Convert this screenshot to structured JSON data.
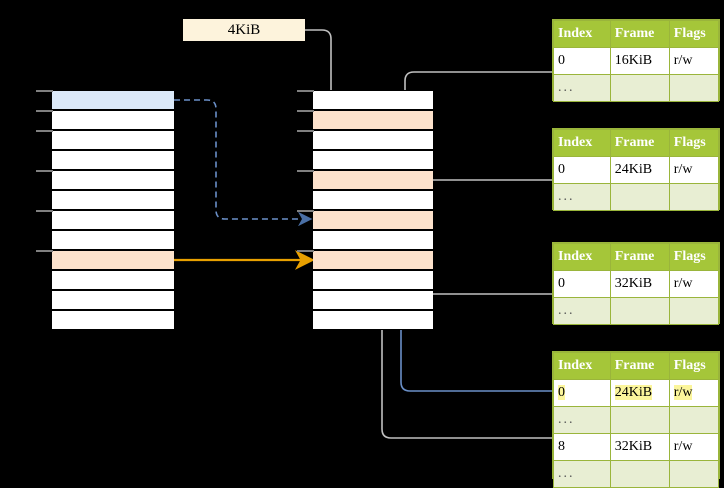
{
  "diagram": {
    "title": "multi-level-page-table-walk",
    "page_size_label": "4KiB",
    "colors": {
      "table_header_green": "#a5c639",
      "table_alt_row": "#e8eed3",
      "highlight_yellow": "#fbf59b",
      "row_blue": "#dce9f9",
      "row_peach": "#fde2cc",
      "arrow_orange": "#e8a000",
      "arrow_blue": "#6a8fc7",
      "arrow_gray": "#c0c0c0",
      "label_box": "#fdf3dc",
      "background": "#000000"
    }
  },
  "virtual_column": {
    "name": "virtual-address-column",
    "rows": [
      {
        "fill": "blue"
      },
      {
        "fill": "white"
      },
      {
        "fill": "white"
      },
      {
        "fill": "white"
      },
      {
        "fill": "white"
      },
      {
        "fill": "white"
      },
      {
        "fill": "white"
      },
      {
        "fill": "white"
      },
      {
        "fill": "peach"
      },
      {
        "fill": "white"
      },
      {
        "fill": "white"
      },
      {
        "fill": "white"
      }
    ]
  },
  "physical_column": {
    "name": "physical-memory-column",
    "rows": [
      {
        "fill": "white"
      },
      {
        "fill": "peach"
      },
      {
        "fill": "white"
      },
      {
        "fill": "white"
      },
      {
        "fill": "peach"
      },
      {
        "fill": "white"
      },
      {
        "fill": "peach"
      },
      {
        "fill": "white"
      },
      {
        "fill": "peach"
      },
      {
        "fill": "white"
      },
      {
        "fill": "white"
      },
      {
        "fill": "white"
      }
    ]
  },
  "tables": [
    {
      "name": "page-table-1",
      "headers": [
        "Index",
        "Frame",
        "Flags"
      ],
      "rows": [
        {
          "cells": [
            "0",
            "16KiB",
            "r/w"
          ],
          "style": "normal",
          "highlight": false
        },
        {
          "cells": [
            "...",
            "",
            ""
          ],
          "style": "dots",
          "highlight": false
        }
      ]
    },
    {
      "name": "page-table-2",
      "headers": [
        "Index",
        "Frame",
        "Flags"
      ],
      "rows": [
        {
          "cells": [
            "0",
            "24KiB",
            "r/w"
          ],
          "style": "normal",
          "highlight": false
        },
        {
          "cells": [
            "...",
            "",
            ""
          ],
          "style": "dots",
          "highlight": false
        }
      ]
    },
    {
      "name": "page-table-3",
      "headers": [
        "Index",
        "Frame",
        "Flags"
      ],
      "rows": [
        {
          "cells": [
            "0",
            "32KiB",
            "r/w"
          ],
          "style": "normal",
          "highlight": false
        },
        {
          "cells": [
            "...",
            "",
            ""
          ],
          "style": "dots",
          "highlight": false
        }
      ]
    },
    {
      "name": "page-table-4",
      "headers": [
        "Index",
        "Frame",
        "Flags"
      ],
      "rows": [
        {
          "cells": [
            "0",
            "24KiB",
            "r/w"
          ],
          "style": "normal",
          "highlight": true
        },
        {
          "cells": [
            "...",
            "",
            ""
          ],
          "style": "dots",
          "highlight": false
        },
        {
          "cells": [
            "8",
            "32KiB",
            "r/w"
          ],
          "style": "normal",
          "highlight": false
        },
        {
          "cells": [
            "...",
            "",
            ""
          ],
          "style": "dots",
          "highlight": false
        }
      ]
    }
  ]
}
